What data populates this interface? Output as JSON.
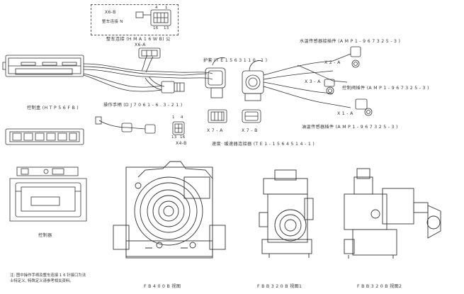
{
  "labels": {
    "x6b_connector": "X6-B",
    "x6b_desc": "整车连接 N",
    "x6b_pins": [
      "4",
      "1",
      "16",
      "13"
    ],
    "vehicle_connector": "整车连接 (H M A 1 6 W B) 公",
    "x6a": "X6-A",
    "sheath": "护套 (T E   1 5 6 3 1 1 0 - 1 )",
    "water_temp_sensor": "水温传感器接插件 (A M P   1 - 9 6 7 3 2 5 - 3 )",
    "x2a": "X 2 - A",
    "x3a": "X 3 - A",
    "control_valve": "控制阀插件 (A M P   1 - 9 6 7 3 2 5 - 3 )",
    "x1a": "X 1 - A",
    "oil_temp_sensor": "油温传感器插件 (A M P   1 - 9 6 7 3 2 5 - 3 )",
    "controller_box": "控制盒 (H T P 5 6 F B )",
    "handle_connector": "操作手柄 (D J 7 0 6 1 - 6 . 3 - 2 1 )",
    "x4a_pins": [
      "1",
      "4"
    ],
    "x4a_pins_low": [
      "13",
      "16"
    ],
    "x4b": "X4-B",
    "x7a": "X 7 - A",
    "x7b": "X 7 - B",
    "speed_sensor_connector": "速度· 缓速器连接器 (T E   1 - 1 5 6 4 5 1 4 - 1 )",
    "controller": "控制器",
    "view_fb400b": "F B 4 0 0 B   视图",
    "view_fbb320b_1": "F B B 3 2 0 B   视图1",
    "view_fbb320b_2": "F B B 3 2 0 B   视图2",
    "note": "注: 图中操作手柄及整车连接 1 6 针接口为法士特定义, 特殊定义请参考相关资料。"
  }
}
